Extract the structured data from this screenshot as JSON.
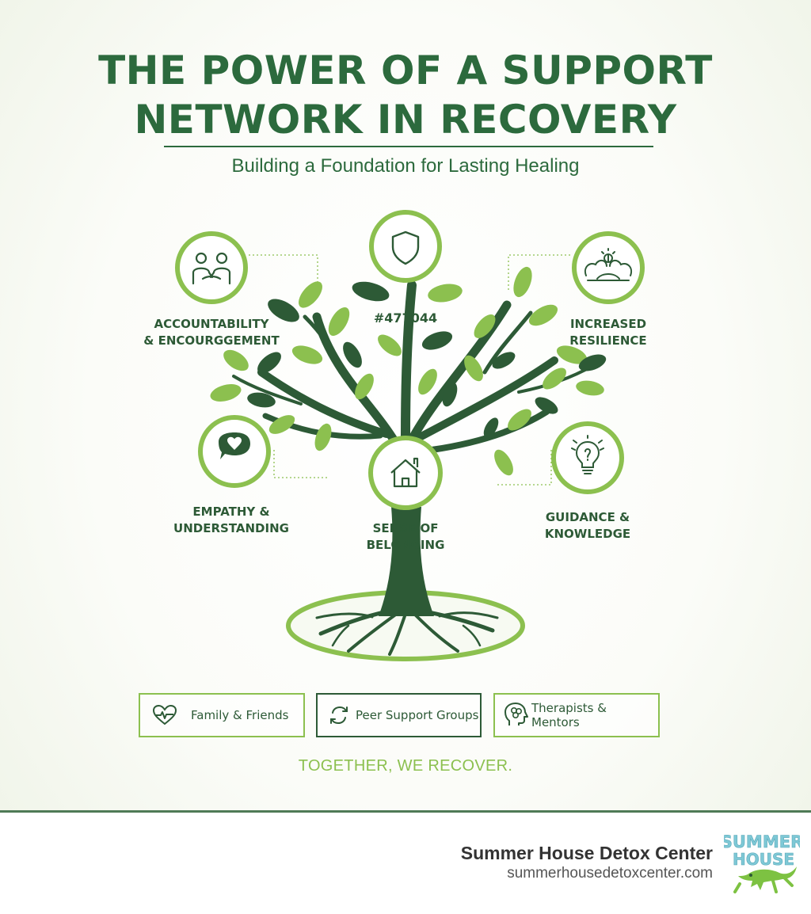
{
  "title": {
    "line1": "THE POWER OF A SUPPORT",
    "line2": "NETWORK IN RECOVERY"
  },
  "subtitle": "Building a Foundation for Lasting Healing",
  "nodes": {
    "accountability": {
      "line1": "ACCOUNTABILITY",
      "line2": "& ENCOURGGEMENT",
      "icon": "people-icon"
    },
    "safety": {
      "label": "#477044",
      "icon": "shield-icon"
    },
    "resilience": {
      "line1": "INCREASED",
      "line2": "RESILIENCE",
      "icon": "mind-growth-icon"
    },
    "empathy": {
      "line1": "EMPATHY &",
      "line2": "UNDERSTANDING",
      "icon": "heart-chat-icon"
    },
    "belonging": {
      "line1": "SENSE OF",
      "line2": "BELONGING",
      "icon": "home-icon"
    },
    "guidance": {
      "line1": "GUIDANCE &",
      "line2": "KNOWLEDGE",
      "icon": "lightbulb-icon"
    }
  },
  "support_types": [
    {
      "label": "Family & Friends",
      "icon": "heart-pulse-icon"
    },
    {
      "label": "Peer Support Groups",
      "icon": "refresh-icon"
    },
    {
      "label": "Therapists & Mentors",
      "icon": "brain-head-icon"
    }
  ],
  "tagline": "TOGETHER, WE RECOVER.",
  "footer": {
    "org_name": "Summer House Detox Center",
    "org_url": "summerhousedetoxcenter.com",
    "logo_text_1": "SUMMER",
    "logo_text_2": "HOUSE"
  },
  "colors": {
    "dark_green": "#2d5a36",
    "title_green": "#2c6a3d",
    "light_green": "#8cc04f",
    "logo_blue": "#7ec8d6"
  }
}
